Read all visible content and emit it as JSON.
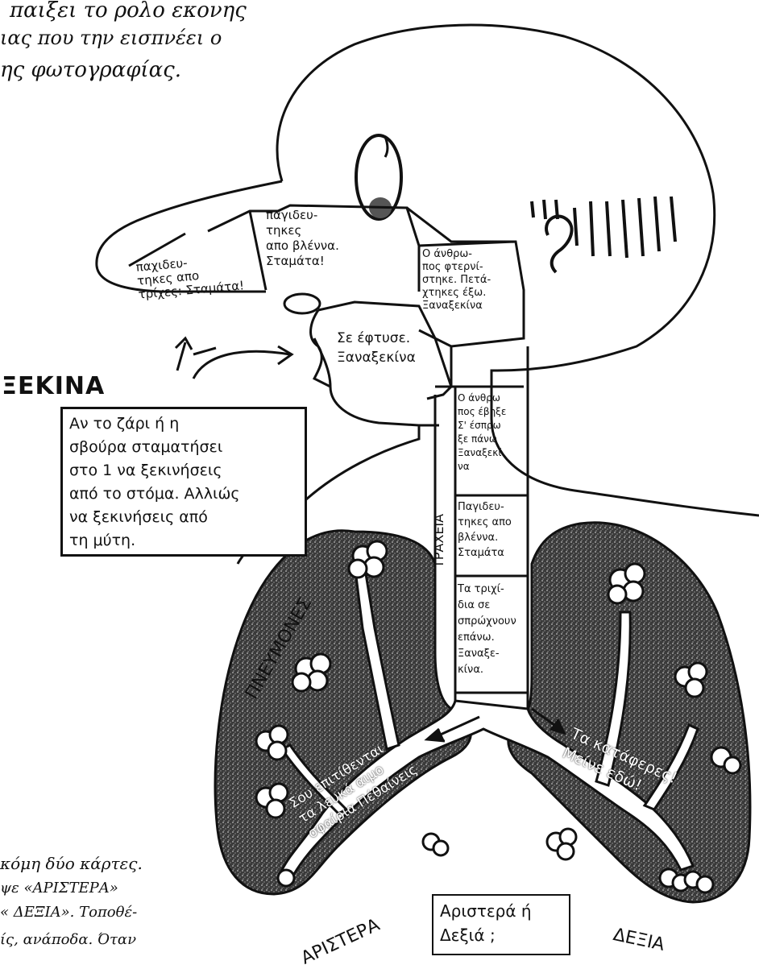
{
  "intro_text": {
    "line1": "παιξει το ρολο εκονης",
    "line2": "ιας που την εισπνέει ο",
    "line3": "ης φωτογραφίας."
  },
  "start": {
    "label": "ΞΕΚΙΝΑ",
    "instruction": "Αν το ζάρι ή η\nσβούρα σταματήσει\nστο 1 να ξεκινήσεις\nαπό το στόμα. Αλλιώς\nνα ξεκινήσεις από\nτη μύτη."
  },
  "cells": {
    "nose_mouth": "παχιδευ-\nτηκες απο\nτρίχες: Σταμάτα!",
    "nose_upper": "παγιδευ-\nτηκες\nαπο βλέννα.\nΣταμάτα!",
    "right1": "Ο άνθρω-\nπος φτερνί-\nστηκε. Πετά-\nχτηκες έξω.\nΞαναξεκίνα",
    "throat": "Σε έφτυσε.\nΞαναξεκίνα",
    "trachea1": "Ο άνθρω\nπος έβηξε\nΣ' έσπρω\nξε πάνω\nΞαναξεκί\nνα",
    "trachea2": "Παγιδευ-\nτηκες απο\nβλέννα.\nΣταμάτα",
    "trachea3": "Τα τριχί-\nδια σε\nσπρώχνουν\nεπάνω.\nΞαναξε-\nκίνα."
  },
  "labels": {
    "trachea": "ΤΡΑΧΕΙΑ",
    "lungs": "ΠΝΕΥΜΟΝΕΣ",
    "left_lung_cell": "Σου επιτίθενται\nτα λευκά αιμο\nσφαίρια Πέθαίνεις",
    "right_lung_cell": "Τα κατάφερες!\nΜείνε εδώ!",
    "left": "ΑΡΙΣΤΕΡΑ",
    "right": "ΔΕΞΙΑ",
    "choice": "Αριστερά ή\nΔεξιά ;"
  },
  "footer_text": {
    "line1": "κόμη δύο κάρτες.",
    "line2": "ψε «ΑΡΙΣΤΕΡΑ»",
    "line3": "« ΔΕΞΙΑ». Τοποθέ-",
    "line4": "ίς, ανάποδα. Όταν"
  }
}
